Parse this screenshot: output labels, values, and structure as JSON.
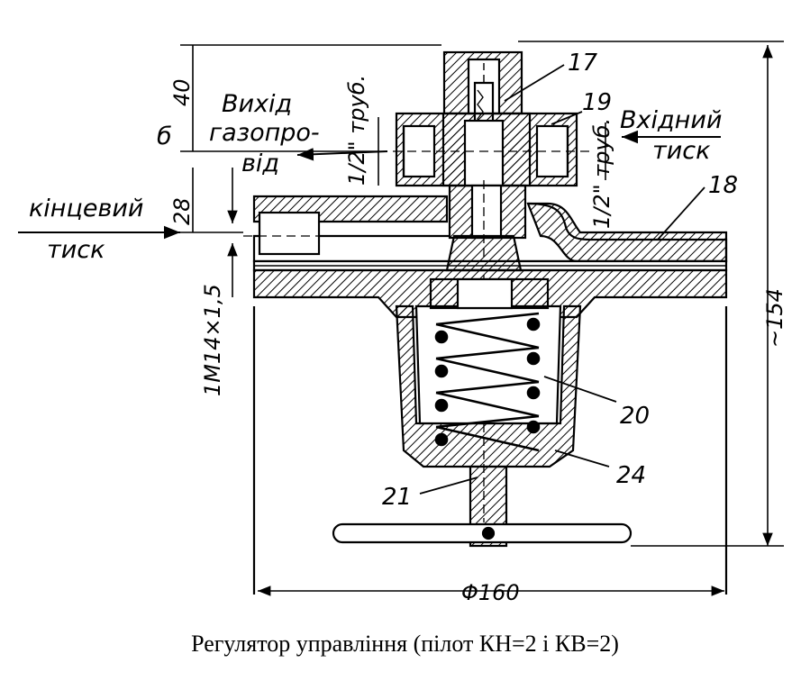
{
  "caption": "Регулятор управління  (пілот КН=2 і КВ=2)",
  "labels": {
    "outlet_line1": "Вихід",
    "outlet_line2": "газопро-",
    "outlet_line3": "від",
    "inlet_line1": "Вхідний",
    "inlet_line2": "тиск",
    "final_line1": "кінцевий",
    "final_line2": "тиск",
    "port_left": "1/2\" труб.",
    "port_right": "1/2\" труб.",
    "letter_b": "б"
  },
  "callouts": {
    "n17": "17",
    "n18": "18",
    "n19": "19",
    "n20": "20",
    "n21": "21",
    "n24": "24"
  },
  "dimensions": {
    "d40": "40",
    "d28": "28",
    "thread": "1M14×1,5",
    "height": "~154",
    "diameter": "Φ160"
  }
}
